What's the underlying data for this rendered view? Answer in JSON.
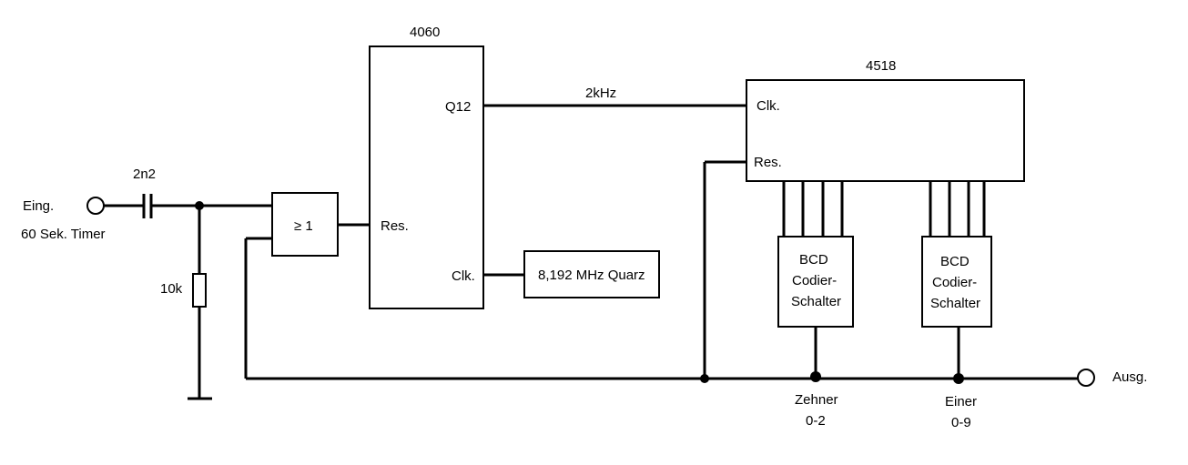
{
  "input": {
    "label": "Eing.",
    "sublabel": "60 Sek. Timer"
  },
  "capacitor": {
    "label": "2n2"
  },
  "resistor": {
    "label": "10k"
  },
  "or_gate": {
    "label": "≥ 1"
  },
  "ic_4060": {
    "title": "4060",
    "pin_q12": "Q12",
    "pin_res": "Res.",
    "pin_clk": "Clk."
  },
  "crystal": {
    "label": "8,192 MHz Quarz"
  },
  "freq_label": "2kHz",
  "ic_4518": {
    "title": "4518",
    "pin_clk": "Clk.",
    "pin_res": "Res."
  },
  "bcd_tens": {
    "line1": "BCD",
    "line2": "Codier-",
    "line3": "Schalter",
    "caption1": "Zehner",
    "caption2": "0-2"
  },
  "bcd_units": {
    "line1": "BCD",
    "line2": "Codier-",
    "line3": "Schalter",
    "caption1": "Einer",
    "caption2": "0-9"
  },
  "output": {
    "label": "Ausg."
  }
}
